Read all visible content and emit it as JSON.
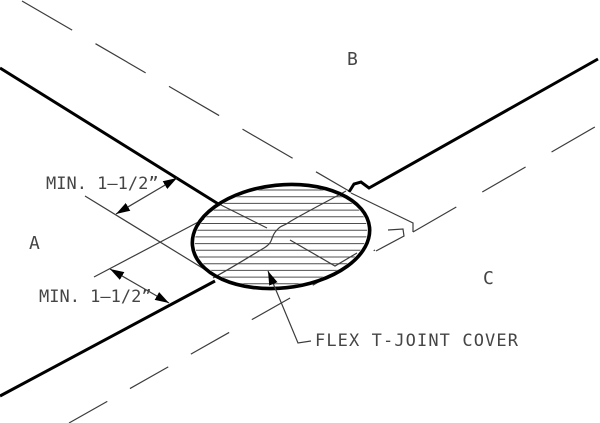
{
  "drawing": {
    "panel_labels": {
      "a": "A",
      "b": "B",
      "c": "C"
    },
    "dimension_top": "MIN. 1–1/2”",
    "dimension_bottom": "MIN. 1–1/2”",
    "callout": "FLEX T-JOINT COVER",
    "colors": {
      "background": "#ffffff",
      "heavy_line": "#000000",
      "thin_line": "#3c3c3c",
      "hatch_line": "#4f4f4f",
      "text": "#454545"
    }
  }
}
